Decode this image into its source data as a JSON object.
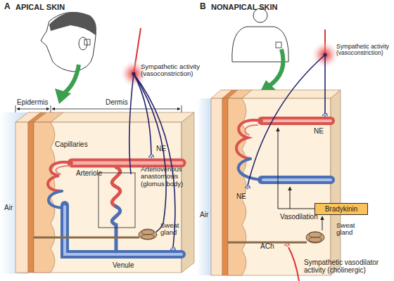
{
  "diagram": {
    "nodes": [
      {
        "text": [
          "Bradykinin"
        ]
      }
    ],
    "labels": [
      "A",
      "APICAL SKIN",
      "Sympathetic activity (vasoconstriction)",
      "Epidermis",
      "Dermis",
      "Capillaries",
      "NE",
      "Arteriole",
      "Arteriovenous anastomosis (glomus body)",
      "Sweat gland",
      "Air",
      "Venule",
      "B",
      "NONAPICAL SKIN",
      "Sympathetic activity (vasoconstriction)",
      "NE",
      "Air",
      "NE",
      "Vasodilation",
      "Sweat gland",
      "ACh",
      "Sympathetic vasodilator activity (cholinergic)"
    ]
  }
}
